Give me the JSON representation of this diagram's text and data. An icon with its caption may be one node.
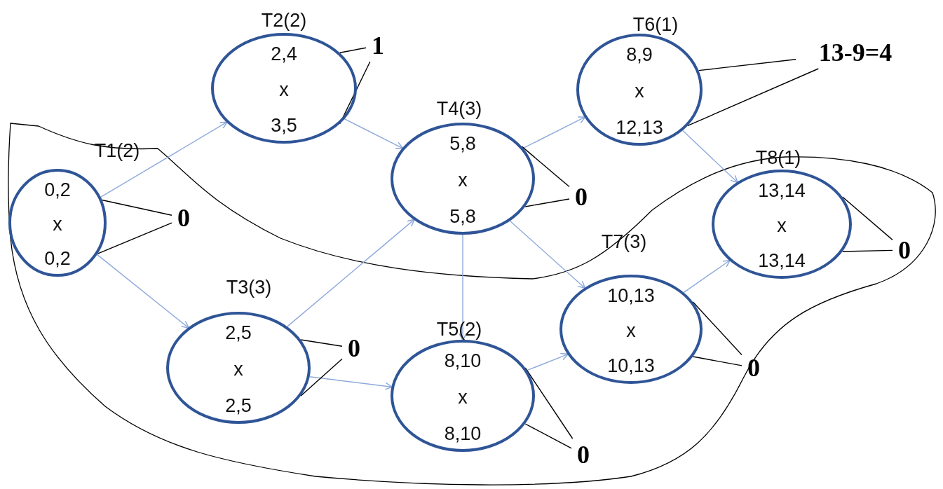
{
  "diagram": {
    "nodes": [
      {
        "text": [
          "T1(2)",
          "0,2",
          "x",
          "0,2"
        ]
      },
      {
        "text": [
          "T2(2)",
          "2,4",
          "x",
          "3,5"
        ]
      },
      {
        "text": [
          "T3(3)",
          "2,5",
          "x",
          "2,5"
        ]
      },
      {
        "text": [
          "T4(3)",
          "5,8",
          "x",
          "5,8"
        ]
      },
      {
        "text": [
          "T5(2)",
          "8,10",
          "x",
          "8,10"
        ]
      },
      {
        "text": [
          "T6(1)",
          "8,9",
          "x",
          "12,13"
        ]
      },
      {
        "text": [
          "T7(3)",
          "10,13",
          "x",
          "10,13"
        ]
      },
      {
        "text": [
          "T8(1)",
          "13,14",
          "x",
          "13,14"
        ]
      },
      {
        "text": [
          "0"
        ]
      },
      {
        "text": [
          "1"
        ]
      },
      {
        "text": [
          "0"
        ]
      },
      {
        "text": [
          "0"
        ]
      },
      {
        "text": [
          "0"
        ]
      },
      {
        "text": [
          "13-9=4"
        ]
      },
      {
        "text": [
          "0"
        ]
      },
      {
        "text": [
          "0"
        ]
      }
    ],
    "edges": [
      {
        "from": 0,
        "to": 1,
        "arrow": "to",
        "color": "#8eaadb"
      },
      {
        "from": 0,
        "to": 2,
        "arrow": "to",
        "color": "#8eaadb"
      },
      {
        "from": 1,
        "to": 3,
        "arrow": "to",
        "color": "#8eaadb"
      },
      {
        "from": 2,
        "to": 3,
        "arrow": "to",
        "color": "#8eaadb"
      },
      {
        "from": 2,
        "to": 4,
        "arrow": "to",
        "color": "#8eaadb"
      },
      {
        "from": 3,
        "to": 5,
        "arrow": "to",
        "color": "#8eaadb"
      },
      {
        "from": 3,
        "to": 4,
        "arrow": "to",
        "color": "#8eaadb"
      },
      {
        "from": 3,
        "to": 6,
        "arrow": "to",
        "color": "#8eaadb"
      },
      {
        "from": 4,
        "to": 6,
        "arrow": "to",
        "color": "#8eaadb"
      },
      {
        "from": 5,
        "to": 7,
        "arrow": "to",
        "color": "#8eaadb"
      },
      {
        "from": 6,
        "to": 7,
        "arrow": "to",
        "color": "#8eaadb"
      },
      {
        "from": 8,
        "to": 0,
        "arrow": "none"
      },
      {
        "from": 8,
        "to": 0,
        "arrow": "none"
      },
      {
        "from": 9,
        "to": 1,
        "arrow": "none"
      },
      {
        "from": 9,
        "to": 1,
        "arrow": "none"
      },
      {
        "from": 10,
        "to": 2,
        "arrow": "none"
      },
      {
        "from": 10,
        "to": 2,
        "arrow": "none"
      },
      {
        "from": 11,
        "to": 3,
        "arrow": "none"
      },
      {
        "from": 11,
        "to": 3,
        "arrow": "none"
      },
      {
        "from": 12,
        "to": 4,
        "arrow": "none"
      },
      {
        "from": 12,
        "to": 4,
        "arrow": "none"
      },
      {
        "from": 13,
        "to": 5,
        "arrow": "none"
      },
      {
        "from": 13,
        "to": 5,
        "arrow": "none"
      },
      {
        "from": 14,
        "to": 6,
        "arrow": "none"
      },
      {
        "from": 14,
        "to": 6,
        "arrow": "none"
      },
      {
        "from": 15,
        "to": 7,
        "arrow": "none"
      },
      {
        "from": 15,
        "to": 7,
        "arrow": "none"
      }
    ]
  }
}
